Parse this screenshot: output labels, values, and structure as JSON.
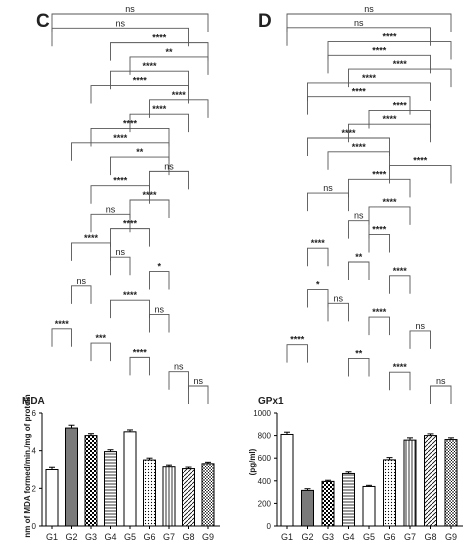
{
  "panels": [
    {
      "label": "C",
      "chart_data": {
        "type": "bar",
        "title": "MDA",
        "ylabel": "nm of MDA formed/min./mg of protein",
        "xlabel": "",
        "categories": [
          "G1",
          "G2",
          "G3",
          "G4",
          "G5",
          "G6",
          "G7",
          "G8",
          "G9"
        ],
        "values": [
          3.0,
          5.2,
          4.8,
          3.95,
          5.0,
          3.5,
          3.15,
          3.05,
          3.3
        ],
        "errors": [
          0.12,
          0.15,
          0.1,
          0.1,
          0.1,
          0.1,
          0.08,
          0.08,
          0.08
        ],
        "ylim": [
          0,
          6
        ],
        "yticks": [
          0,
          2,
          4,
          6
        ],
        "grid": false,
        "comparisons": [
          {
            "g1": "G1",
            "g2": "G9",
            "label": "ns"
          },
          {
            "g1": "G1",
            "g2": "G8",
            "label": "ns"
          },
          {
            "g1": "G4",
            "g2": "G9",
            "label": "****"
          },
          {
            "g1": "G5",
            "g2": "G9",
            "label": "**"
          },
          {
            "g1": "G4",
            "g2": "G8",
            "label": "****"
          },
          {
            "g1": "G3",
            "g2": "G8",
            "label": "****"
          },
          {
            "g1": "G6",
            "g2": "G9",
            "label": "****"
          },
          {
            "g1": "G5",
            "g2": "G8",
            "label": "****"
          },
          {
            "g1": "G3",
            "g2": "G7",
            "label": "****"
          },
          {
            "g1": "G2",
            "g2": "G7",
            "label": "****"
          },
          {
            "g1": "G4",
            "g2": "G7",
            "label": "**"
          },
          {
            "g1": "G6",
            "g2": "G8",
            "label": "ns"
          },
          {
            "g1": "G3",
            "g2": "G6",
            "label": "****"
          },
          {
            "g1": "G5",
            "g2": "G7",
            "label": "****"
          },
          {
            "g1": "G3",
            "g2": "G5",
            "label": "ns"
          },
          {
            "g1": "G4",
            "g2": "G6",
            "label": "****"
          },
          {
            "g1": "G2",
            "g2": "G4",
            "label": "****"
          },
          {
            "g1": "G4",
            "g2": "G5",
            "label": "ns"
          },
          {
            "g1": "G6",
            "g2": "G7",
            "label": "*"
          },
          {
            "g1": "G2",
            "g2": "G3",
            "label": "ns"
          },
          {
            "g1": "G4",
            "g2": "G6",
            "label": "****"
          },
          {
            "g1": "G6",
            "g2": "G7",
            "label": "ns"
          },
          {
            "g1": "G1",
            "g2": "G2",
            "label": "****"
          },
          {
            "g1": "G3",
            "g2": "G4",
            "label": "***"
          },
          {
            "g1": "G5",
            "g2": "G6",
            "label": "****"
          },
          {
            "g1": "G7",
            "g2": "G8",
            "label": "ns"
          },
          {
            "g1": "G8",
            "g2": "G9",
            "label": "ns"
          }
        ]
      }
    },
    {
      "label": "D",
      "chart_data": {
        "type": "bar",
        "title": "GPx1",
        "ylabel": "(pg/ml)",
        "xlabel": "",
        "categories": [
          "G1",
          "G2",
          "G3",
          "G4",
          "G5",
          "G6",
          "G7",
          "G8",
          "G9"
        ],
        "values": [
          810,
          315,
          395,
          465,
          350,
          585,
          760,
          800,
          765
        ],
        "errors": [
          20,
          15,
          10,
          15,
          10,
          20,
          20,
          15,
          15
        ],
        "ylim": [
          0,
          1000
        ],
        "yticks": [
          0,
          200,
          400,
          600,
          800,
          1000
        ],
        "grid": false,
        "comparisons": [
          {
            "g1": "G1",
            "g2": "G9",
            "label": "ns"
          },
          {
            "g1": "G1",
            "g2": "G8",
            "label": "ns"
          },
          {
            "g1": "G3",
            "g2": "G9",
            "label": "****"
          },
          {
            "g1": "G3",
            "g2": "G8",
            "label": "****"
          },
          {
            "g1": "G4",
            "g2": "G9",
            "label": "****"
          },
          {
            "g1": "G2",
            "g2": "G8",
            "label": "****"
          },
          {
            "g1": "G2",
            "g2": "G7",
            "label": "****"
          },
          {
            "g1": "G5",
            "g2": "G8",
            "label": "****"
          },
          {
            "g1": "G4",
            "g2": "G8",
            "label": "****"
          },
          {
            "g1": "G2",
            "g2": "G6",
            "label": "****"
          },
          {
            "g1": "G3",
            "g2": "G6",
            "label": "****"
          },
          {
            "g1": "G6",
            "g2": "G9",
            "label": "****"
          },
          {
            "g1": "G4",
            "g2": "G7",
            "label": "****"
          },
          {
            "g1": "G2",
            "g2": "G4",
            "label": "ns"
          },
          {
            "g1": "G5",
            "g2": "G7",
            "label": "****"
          },
          {
            "g1": "G4",
            "g2": "G5",
            "label": "ns"
          },
          {
            "g1": "G5",
            "g2": "G6",
            "label": "****"
          },
          {
            "g1": "G2",
            "g2": "G3",
            "label": "****"
          },
          {
            "g1": "G4",
            "g2": "G5",
            "label": "**"
          },
          {
            "g1": "G6",
            "g2": "G7",
            "label": "****"
          },
          {
            "g1": "G2",
            "g2": "G3",
            "label": "*"
          },
          {
            "g1": "G3",
            "g2": "G4",
            "label": "ns"
          },
          {
            "g1": "G5",
            "g2": "G6",
            "label": "****"
          },
          {
            "g1": "G7",
            "g2": "G8",
            "label": "ns"
          },
          {
            "g1": "G1",
            "g2": "G2",
            "label": "****"
          },
          {
            "g1": "G4",
            "g2": "G5",
            "label": "**"
          },
          {
            "g1": "G6",
            "g2": "G7",
            "label": "****"
          },
          {
            "g1": "G8",
            "g2": "G9",
            "label": "ns"
          }
        ]
      }
    }
  ],
  "bar_styles": [
    {
      "pattern": "white",
      "color": "#ffffff"
    },
    {
      "pattern": "solid",
      "color": "#7a7a7a"
    },
    {
      "pattern": "checker",
      "color": "#000000"
    },
    {
      "pattern": "hlines",
      "color": "#000000"
    },
    {
      "pattern": "white",
      "color": "#ffffff"
    },
    {
      "pattern": "dots",
      "color": "#000000"
    },
    {
      "pattern": "vlines",
      "color": "#000000"
    },
    {
      "pattern": "diagonal",
      "color": "#000000"
    },
    {
      "pattern": "dense",
      "color": "#000000"
    }
  ],
  "accent": "#000000",
  "bracket_color": "#555555"
}
